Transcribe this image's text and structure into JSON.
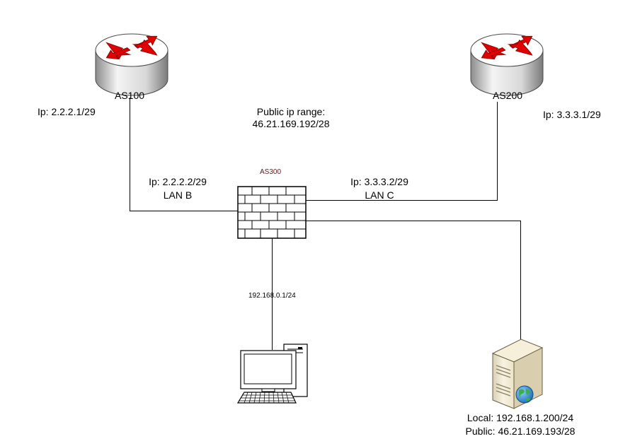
{
  "nodes": {
    "router_as100": {
      "name": "AS100",
      "ip": "Ip: 2.2.2.1/29"
    },
    "router_as200": {
      "name": "AS200",
      "ip": "Ip: 3.3.3.1/29"
    },
    "firewall_as300": {
      "name": "AS300",
      "lan_b": {
        "ip": "Ip: 2.2.2.2/29",
        "name": "LAN B"
      },
      "lan_c": {
        "ip": "Ip: 3.3.3.2/29",
        "name": "LAN C"
      }
    },
    "workstation": {
      "link_ip": "192.168.0.1/24"
    },
    "server": {
      "local": "Local: 192.168.1.200/24",
      "public": "Public: 46.21.169.193/28"
    }
  },
  "public_range": {
    "title": "Public ip range:",
    "value": "46.21.169.192/28"
  },
  "colors": {
    "router_arrow": "#e00000",
    "firewall_brick": "#ffffff",
    "line": "#000000",
    "as300_label": "#5a1a1a",
    "server_body": "#f1ead2",
    "globe": "#2d8fd6"
  },
  "icons": {
    "router": "router-icon",
    "firewall": "firewall-icon",
    "workstation": "workstation-icon",
    "server": "web-server-icon"
  }
}
